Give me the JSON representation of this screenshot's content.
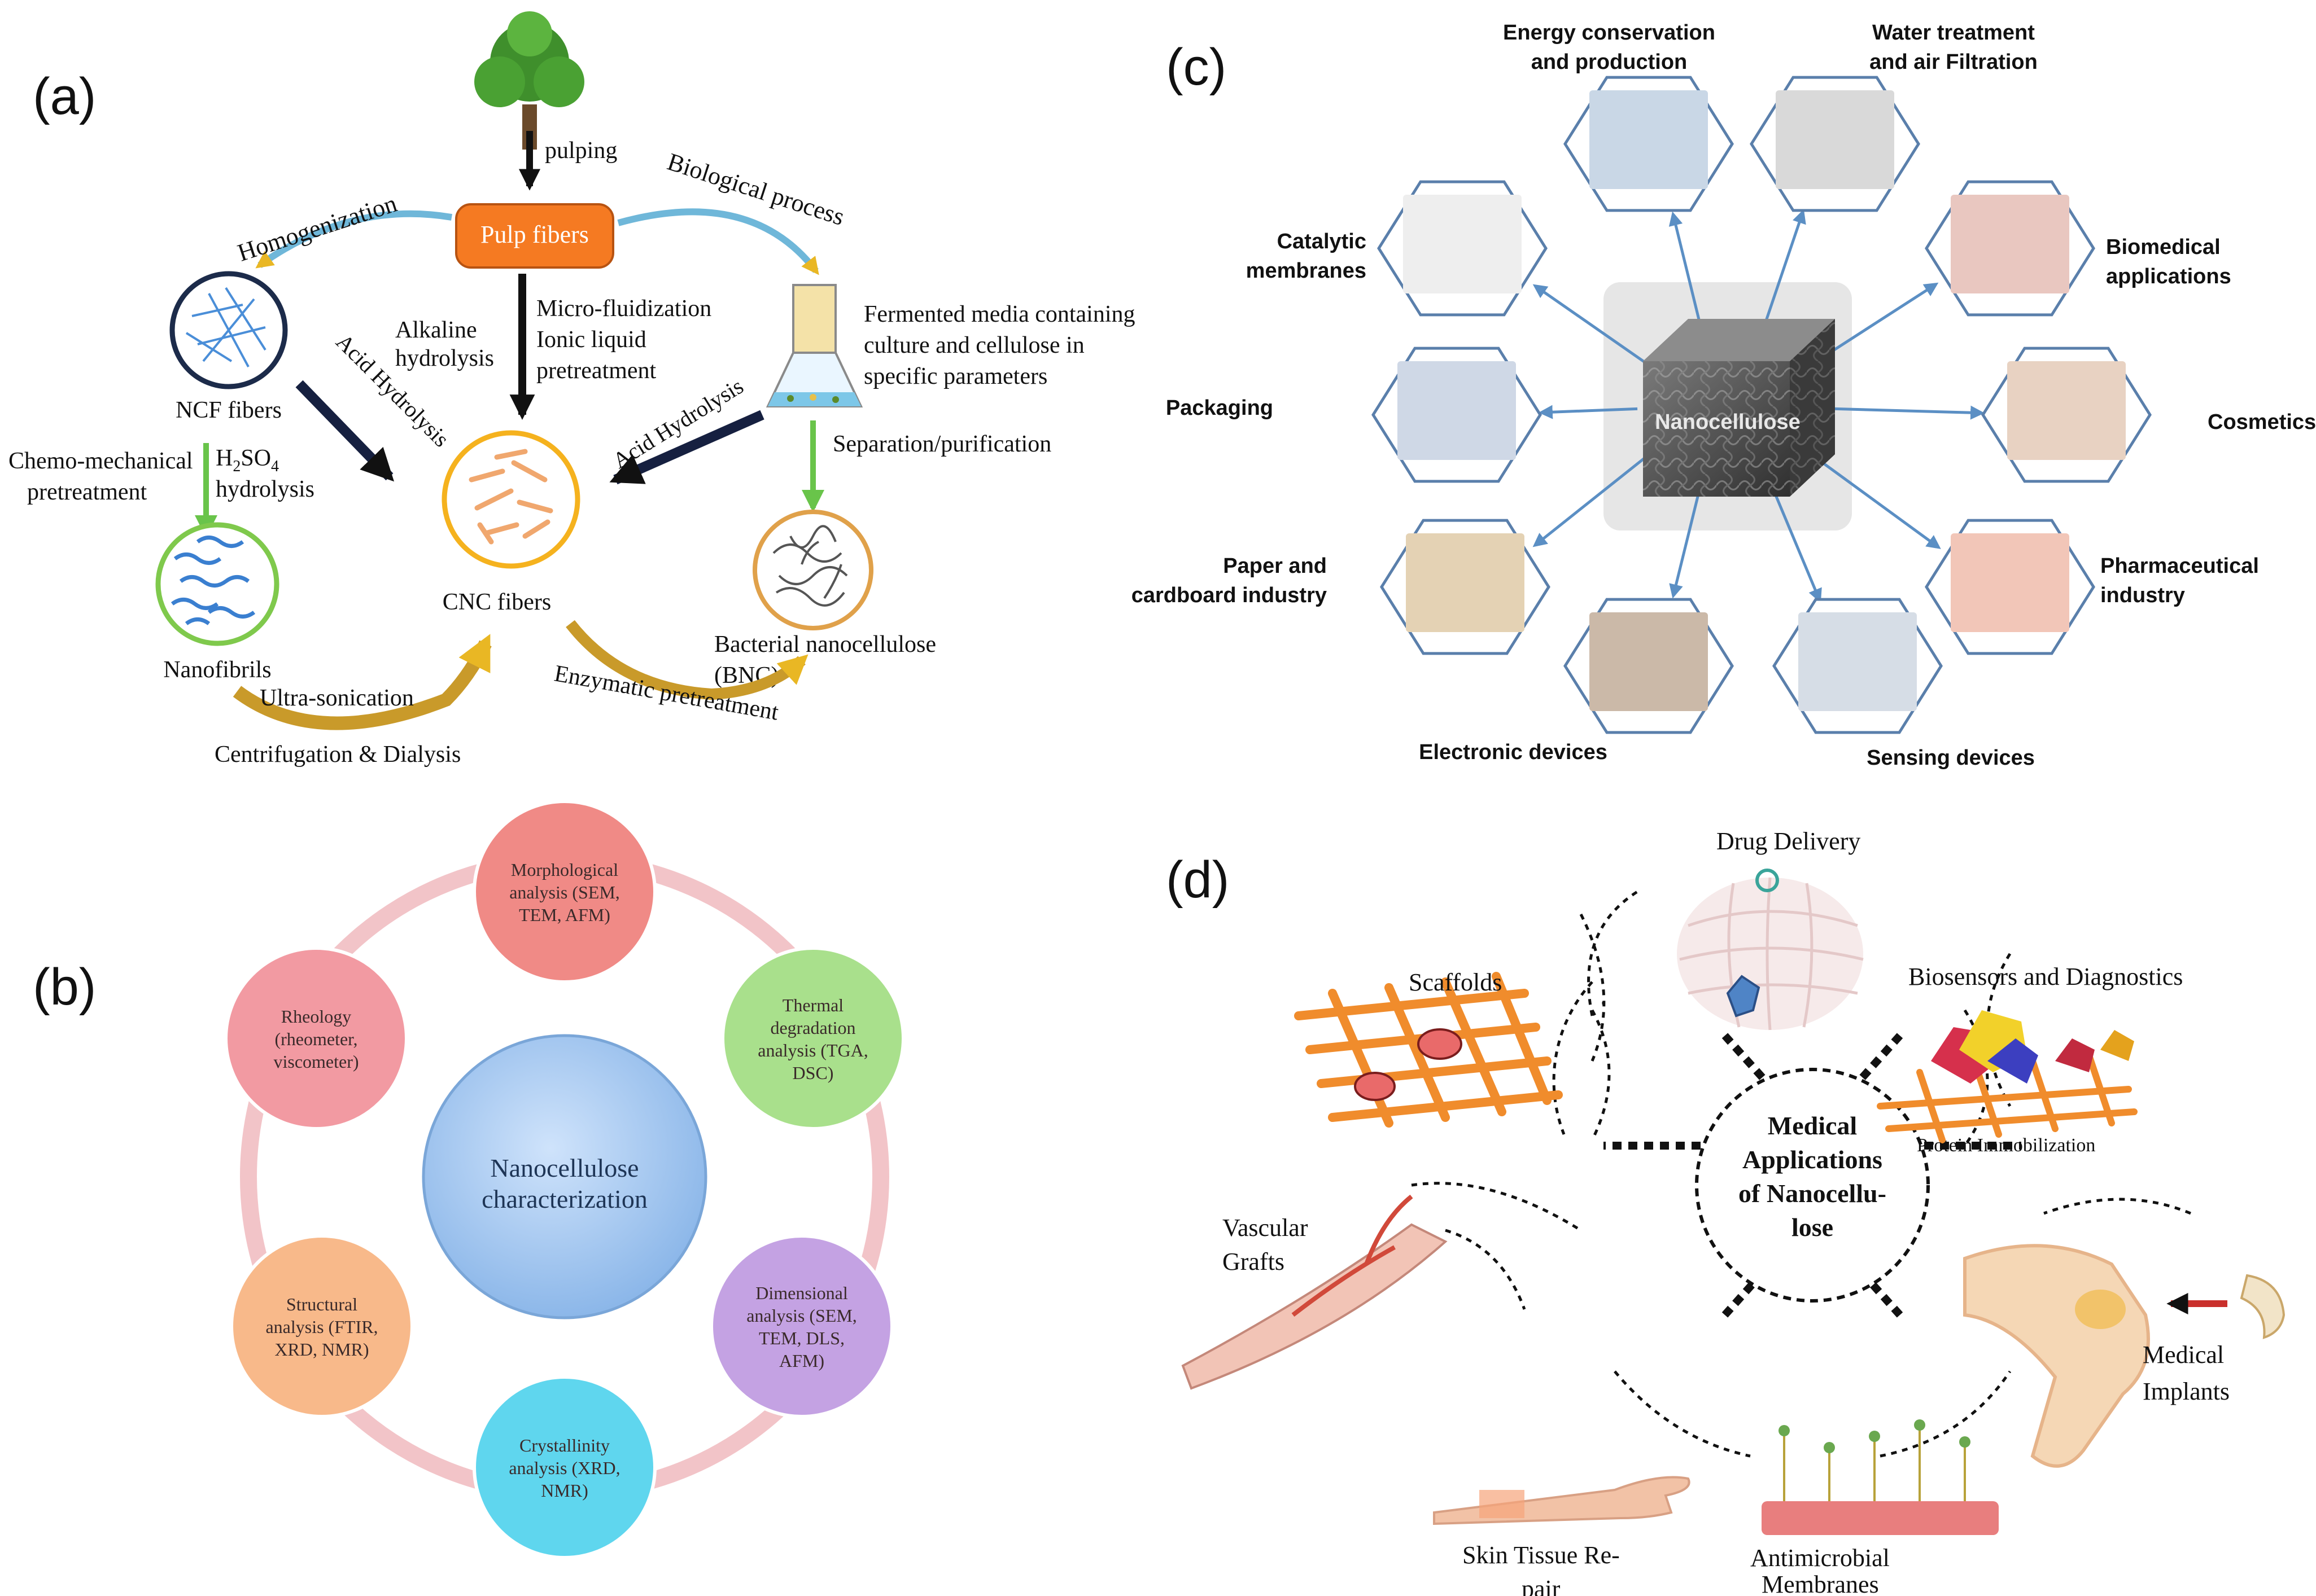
{
  "panels": {
    "a": {
      "label": "(a)",
      "steps": {
        "pulping": "pulping",
        "pulp_fibers": "Pulp fibers",
        "homogenization": "Homogenization",
        "biological_process": "Biological process",
        "ncf_fibers": "NCF fibers",
        "alkaline_1": "Alkaline",
        "alkaline_2": "hydrolysis",
        "micro_1": "Micro-fluidization",
        "micro_2": "Ionic liquid",
        "micro_3": "pretreatment",
        "acid_left": "Acid Hydrolysis",
        "acid_right": "Acid Hydrolysis",
        "fermented_1": "Fermented media containing",
        "fermented_2": "culture and cellulose in",
        "fermented_3": "specific parameters",
        "chemo_1": "Chemo-mechanical",
        "chemo_2": "pretreatment",
        "h2so4_1": "H",
        "h2so4_sub": "2",
        "h2so4_2": "SO",
        "h2so4_sub2": "4",
        "hydrolysis": "hydrolysis",
        "separation": "Separation/purification",
        "cnc_fibers": "CNC fibers",
        "nanofibrils": "Nanofibrils",
        "bnc_1": "Bacterial nanocellulose",
        "bnc_2": "(BNC)",
        "ultrasonication": "Ultra-sonication",
        "centrifugation": "Centrifugation & Dialysis",
        "enzymatic": "Enzymatic pretreatment"
      }
    },
    "b": {
      "label": "(b)",
      "center": [
        "Nanocellulose",
        "characterization"
      ],
      "nodes": [
        {
          "lines": [
            "Morphological",
            "analysis (SEM,",
            "TEM, AFM)"
          ],
          "color": "#f08a86"
        },
        {
          "lines": [
            "Thermal",
            "degradation",
            "analysis (TGA,",
            "DSC)"
          ],
          "color": "#a9e08c"
        },
        {
          "lines": [
            "Dimensional",
            "analysis (SEM,",
            "TEM, DLS,",
            "AFM)"
          ],
          "color": "#c4a2e3"
        },
        {
          "lines": [
            "Crystallinity",
            "analysis (XRD,",
            "NMR)"
          ],
          "color": "#5fd6ee"
        },
        {
          "lines": [
            "Structural",
            "analysis (FTIR,",
            "XRD, NMR)"
          ],
          "color": "#f8b98a"
        },
        {
          "lines": [
            "Rheology",
            "(rheometer,",
            "viscometer)"
          ],
          "color": "#f29aa2"
        }
      ]
    },
    "c": {
      "label": "(c)",
      "center": "Nanocellulose",
      "apps": [
        {
          "lines": [
            "Energy conservation",
            "and production"
          ]
        },
        {
          "lines": [
            "Water treatment",
            "and air Filtration"
          ]
        },
        {
          "lines": [
            "Biomedical",
            "applications"
          ]
        },
        {
          "lines": [
            "Cosmetics"
          ]
        },
        {
          "lines": [
            "Pharmaceutical",
            "industry"
          ]
        },
        {
          "lines": [
            "Sensing devices"
          ]
        },
        {
          "lines": [
            "Electronic devices"
          ]
        },
        {
          "lines": [
            "Paper and",
            "cardboard industry"
          ]
        },
        {
          "lines": [
            "Packaging"
          ]
        },
        {
          "lines": [
            "Catalytic",
            "membranes"
          ]
        }
      ]
    },
    "d": {
      "label": "(d)",
      "center": [
        "Medical",
        "Applications",
        "of Nanocellu-",
        "lose"
      ],
      "items": {
        "drug_delivery": "Drug Delivery",
        "scaffolds": "Scaffolds",
        "biosensors": "Biosensors and Diagnostics",
        "protein": "Protein Immobilization",
        "vascular_1": "Vascular",
        "vascular_2": "Grafts",
        "implants_1": "Medical",
        "implants_2": "Implants",
        "skin_1": "Skin Tissue Re-",
        "skin_2": "pair",
        "antimicrobial_1": "Antimicrobial",
        "antimicrobial_2": "Membranes"
      }
    }
  }
}
